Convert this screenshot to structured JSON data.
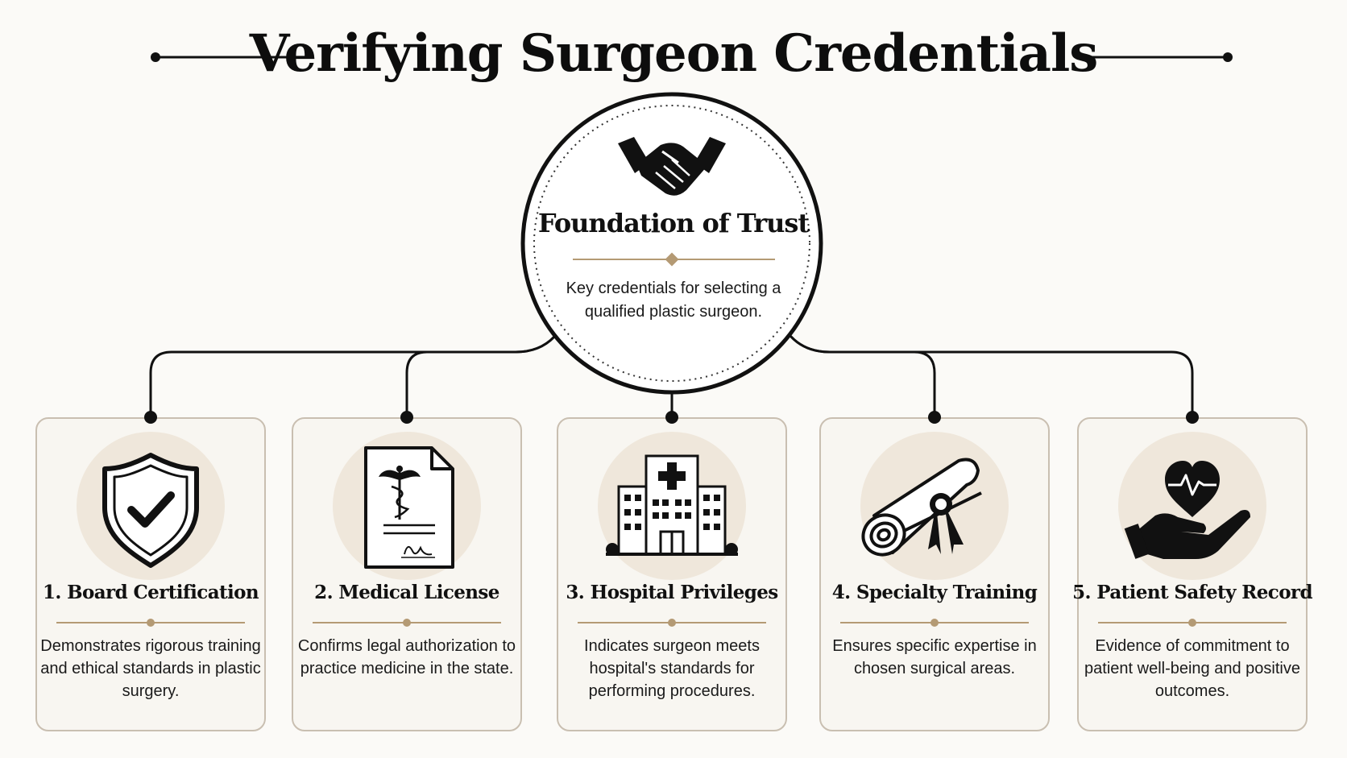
{
  "title": "Verifying Surgeon Credentials",
  "center": {
    "icon": "handshake-icon",
    "title": "Foundation of Trust",
    "description": "Key credentials for selecting a qualified plastic surgeon."
  },
  "colors": {
    "accent_gold": "#b49a74",
    "circle_fill": "#efe7db",
    "card_border": "#c9bfb1",
    "background": "#fbfaf7"
  },
  "cards": [
    {
      "icon": "shield-check-icon",
      "title": "1. Board Certification",
      "description": "Demonstrates rigorous training and ethical standards in plastic surgery."
    },
    {
      "icon": "medical-document-icon",
      "title": "2. Medical License",
      "description": "Confirms legal authorization to practice medicine in the state."
    },
    {
      "icon": "hospital-icon",
      "title": "3. Hospital Privileges",
      "description": "Indicates surgeon meets hospital's standards for performing procedures."
    },
    {
      "icon": "diploma-scroll-icon",
      "title": "4. Specialty Training",
      "description": "Ensures specific expertise in chosen surgical areas."
    },
    {
      "icon": "heart-hand-icon",
      "title": "5. Patient Safety Record",
      "description": "Evidence of commitment to patient well-being and positive outcomes."
    }
  ]
}
